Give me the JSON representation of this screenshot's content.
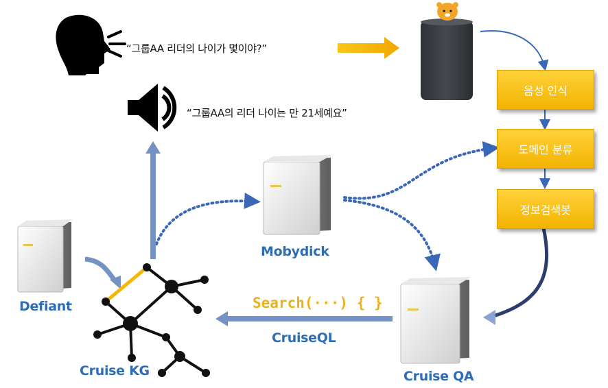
{
  "user_query": "“그룹AA 리더의 나이가 몇이야?”",
  "speaker_response": "“그룹AA의 리더 나이는 만 21세예요”",
  "pipeline_steps": [
    "음성 인식",
    "도메인 분류",
    "정보검색봇"
  ],
  "nodes": {
    "defiant": "Defiant",
    "mobydick": "Mobydick",
    "cruise_kg": "Cruise KG",
    "cruise_qa": "Cruise QA"
  },
  "query_code": "Search(···) { }",
  "query_language": "CruiseQL",
  "colors": {
    "accent_blue": "#2e6db5",
    "arrow_blue": "#7592c4",
    "pipeline_yellow": "#f5b800",
    "highlight_orange": "#f0a800"
  }
}
